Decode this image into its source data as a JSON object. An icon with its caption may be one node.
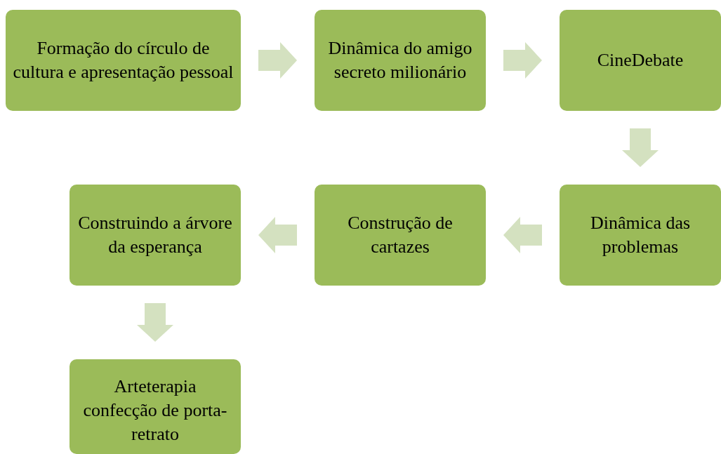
{
  "diagram": {
    "nodes": [
      {
        "text": [
          "Formação do círculo de cultura e apresentação pessoal"
        ]
      },
      {
        "text": [
          "Dinâmica do amigo secreto milionário"
        ]
      },
      {
        "text": [
          "CineDebate"
        ]
      },
      {
        "text": [
          "Dinâmica das problemas"
        ]
      },
      {
        "text": [
          "Construção de cartazes"
        ]
      },
      {
        "text": [
          "Construindo a árvore da esperança"
        ]
      },
      {
        "text": [
          "Arteterapia confecção de porta-retrato"
        ]
      }
    ],
    "edges": [
      {
        "from": 0,
        "to": 1,
        "arrow": "to"
      },
      {
        "from": 1,
        "to": 2,
        "arrow": "to"
      },
      {
        "from": 2,
        "to": 3,
        "arrow": "to"
      },
      {
        "from": 3,
        "to": 4,
        "arrow": "to"
      },
      {
        "from": 4,
        "to": 5,
        "arrow": "to"
      },
      {
        "from": 5,
        "to": 6,
        "arrow": "to"
      }
    ]
  }
}
